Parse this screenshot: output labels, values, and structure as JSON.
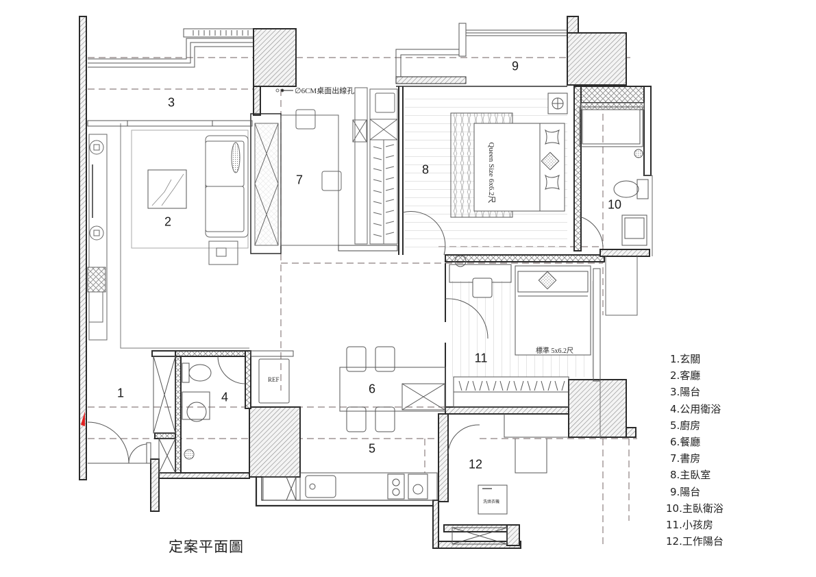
{
  "drawing": {
    "title": "定案平面圖",
    "type": "floor-plan",
    "colors": {
      "wall_line": "#2b2b2b",
      "hatch": "#8a8a8a",
      "furniture_line": "#6e6e6e",
      "dashed_line": "#8c7f7f",
      "entrance_marker": "#e02020"
    }
  },
  "rooms": [
    {
      "id": "1",
      "label": "1",
      "name": "玄關"
    },
    {
      "id": "2",
      "label": "2",
      "name": "客廳"
    },
    {
      "id": "3",
      "label": "3",
      "name": "陽台"
    },
    {
      "id": "4",
      "label": "4",
      "name": "公用衛浴"
    },
    {
      "id": "5",
      "label": "5",
      "name": "廚房"
    },
    {
      "id": "6",
      "label": "6",
      "name": "餐廳"
    },
    {
      "id": "7",
      "label": "7",
      "name": "書房"
    },
    {
      "id": "8",
      "label": "8",
      "name": "主臥室"
    },
    {
      "id": "9",
      "label": "9",
      "name": "陽台"
    },
    {
      "id": "10",
      "label": "10",
      "name": "主臥衛浴"
    },
    {
      "id": "11",
      "label": "11",
      "name": "小孩房"
    },
    {
      "id": "12",
      "label": "12",
      "name": "工作陽台"
    }
  ],
  "legend": [
    "1.玄關",
    "2.客廳",
    "3.陽台",
    "4.公用衛浴",
    "5.廚房",
    "6.餐廳",
    "7.書房",
    "8.主臥室",
    "9.陽台",
    "10.主臥衛浴",
    "11.小孩房",
    "12.工作陽台"
  ],
  "annotations": {
    "desk_cable_hole": "∅6CM桌面出線孔",
    "master_bed": "Queen Size 6x6.2尺",
    "kids_bed": "標準 5x6.2尺",
    "fridge": "REF",
    "washer": "洗烘衣機"
  }
}
